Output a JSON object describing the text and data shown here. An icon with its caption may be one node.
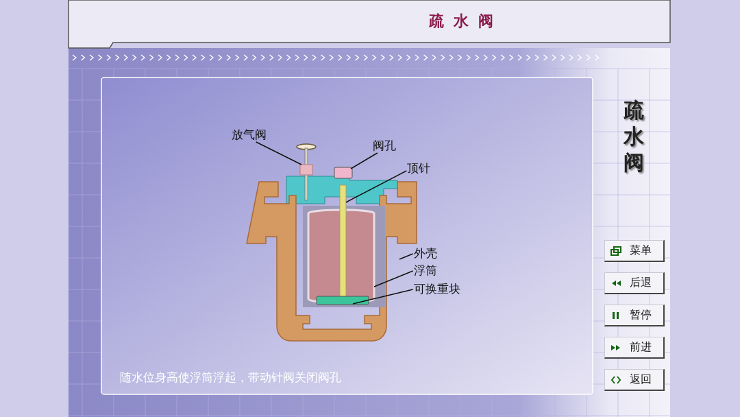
{
  "diagram": {
    "title": "疏水阀",
    "caption": "随水位身高使浮筒浮起，带动针阀关闭阀孔",
    "nodes": [
      {
        "text": [
          "放气阀"
        ]
      },
      {
        "text": [
          "阀孔"
        ]
      },
      {
        "text": [
          "顶针"
        ]
      },
      {
        "text": [
          "外壳"
        ]
      },
      {
        "text": [
          "浮筒"
        ]
      },
      {
        "text": [
          "可换重块"
        ]
      },
      {
        "text": [],
        "shape": "picture"
      },
      {
        "text": [],
        "shape": "box"
      },
      {
        "text": [],
        "shape": "bar"
      },
      {
        "text": [],
        "shape": "picture"
      },
      {
        "text": [],
        "shape": "cylinder"
      },
      {
        "text": [],
        "shape": "box"
      }
    ],
    "edges": [
      {
        "from": 0,
        "to": 6,
        "arrow": "none"
      },
      {
        "from": 1,
        "to": 7,
        "arrow": "none"
      },
      {
        "from": 2,
        "to": 8,
        "arrow": "none"
      },
      {
        "from": 3,
        "to": 9,
        "arrow": "none"
      },
      {
        "from": 4,
        "to": 10,
        "arrow": "none"
      },
      {
        "from": 5,
        "to": 11,
        "arrow": "none"
      }
    ],
    "labels": [
      "疏水阀",
      "菜单",
      "后退",
      "暂停",
      "前进",
      "返回"
    ]
  }
}
